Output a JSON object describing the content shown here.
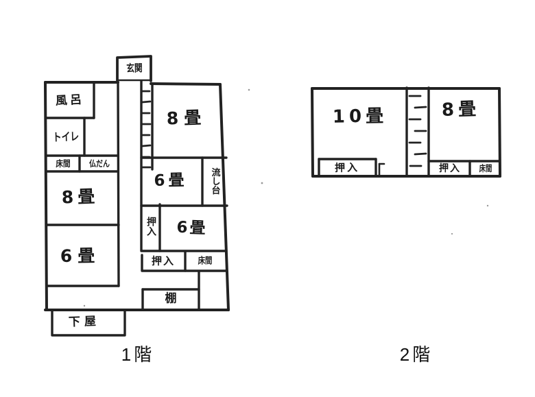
{
  "document": {
    "type": "hand-drawn floor plan",
    "ink_color": "#222222",
    "paper_color": "#ffffff"
  },
  "floor1": {
    "title": "1階",
    "labels": {
      "genkan": "玄関",
      "bath": "風呂",
      "toilet": "トイレ",
      "tokonoma_top": "床間",
      "butsudan": "仏だん",
      "room8_left": "8畳",
      "room6_left": "6畳",
      "room8_top": "8畳",
      "room6_mid": "6畳",
      "sink": "流し台",
      "oshiire_side": "押入",
      "room6_right": "6畳",
      "oshiire_bottom": "押入",
      "tokonoma_bottom": "床間",
      "shelf": "棚",
      "geya": "下屋"
    }
  },
  "floor2": {
    "title": "2階",
    "labels": {
      "room10": "10畳",
      "room8": "8畳",
      "oshiire_left": "押入",
      "oshiire_right": "押入",
      "tokonoma": "床間"
    }
  }
}
